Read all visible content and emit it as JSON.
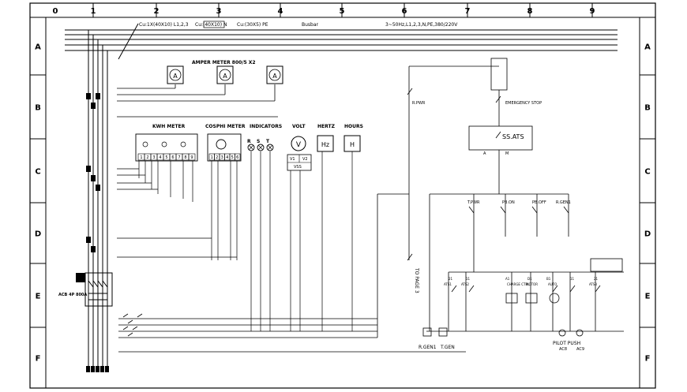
{
  "frame": {
    "columns": [
      "0",
      "1",
      "2",
      "3",
      "4",
      "5",
      "6",
      "7",
      "8",
      "9"
    ],
    "rows": [
      "A",
      "B",
      "C",
      "D",
      "E",
      "F"
    ]
  },
  "busbar": {
    "spec_phase": "Cu:1X(40X10)  L1,2,3",
    "spec_n": "Cu:(40X10)  N",
    "spec_pe": "Cu:(30X5)  PE",
    "title": "Busbar",
    "supply": "3~50Hz,L1,2,3,N,PE,380/220V"
  },
  "meters": {
    "ammeter_title": "AMPER METER 800/5 X2",
    "ammeter_symbol": "A",
    "kwh_title": "KWH METER",
    "kwh_terminals": [
      "1",
      "2",
      "3",
      "4",
      "5",
      "6",
      "7",
      "8",
      "9"
    ],
    "cosphi_title": "COSPHI METER",
    "cosphi_terminals": [
      "1",
      "2",
      "3",
      "4",
      "5",
      "6"
    ],
    "indicators_title": "INDICATORS",
    "indicator_labels": [
      "R",
      "S",
      "T"
    ],
    "volt_title": "VOLT",
    "volt_symbol": "V",
    "vs_terminals": [
      "V1",
      "V2"
    ],
    "vs_label": "VSS",
    "hertz_title": "HERTZ",
    "hertz_symbol": "Hz",
    "hours_title": "HOURS",
    "hours_symbol": "H"
  },
  "control": {
    "page_ref": "TO PAGE 3",
    "rpwr": "R.PWR",
    "emergency": "EMERGENCY STOP",
    "ssats": "SS.ATS",
    "ssats_a": "A",
    "ssats_m": "M",
    "switches": [
      "T.PWR",
      "PB.ON",
      "PB.OFF",
      "R.GEN1"
    ],
    "relays": [
      "ATS1",
      "ATS2",
      "CHARGE CTRL",
      "MOTOR",
      "AUTO",
      "ATS3"
    ],
    "relay_nums": [
      "21",
      "11",
      "A1",
      "D1",
      "B1",
      "11",
      "21"
    ],
    "coils": [
      "R.GEN1",
      "T.GEN"
    ],
    "pilots": "PILOT PUSH",
    "pilot_labels": [
      "AC8",
      "AC9"
    ],
    "breaker": "ACB 4P 800A"
  }
}
